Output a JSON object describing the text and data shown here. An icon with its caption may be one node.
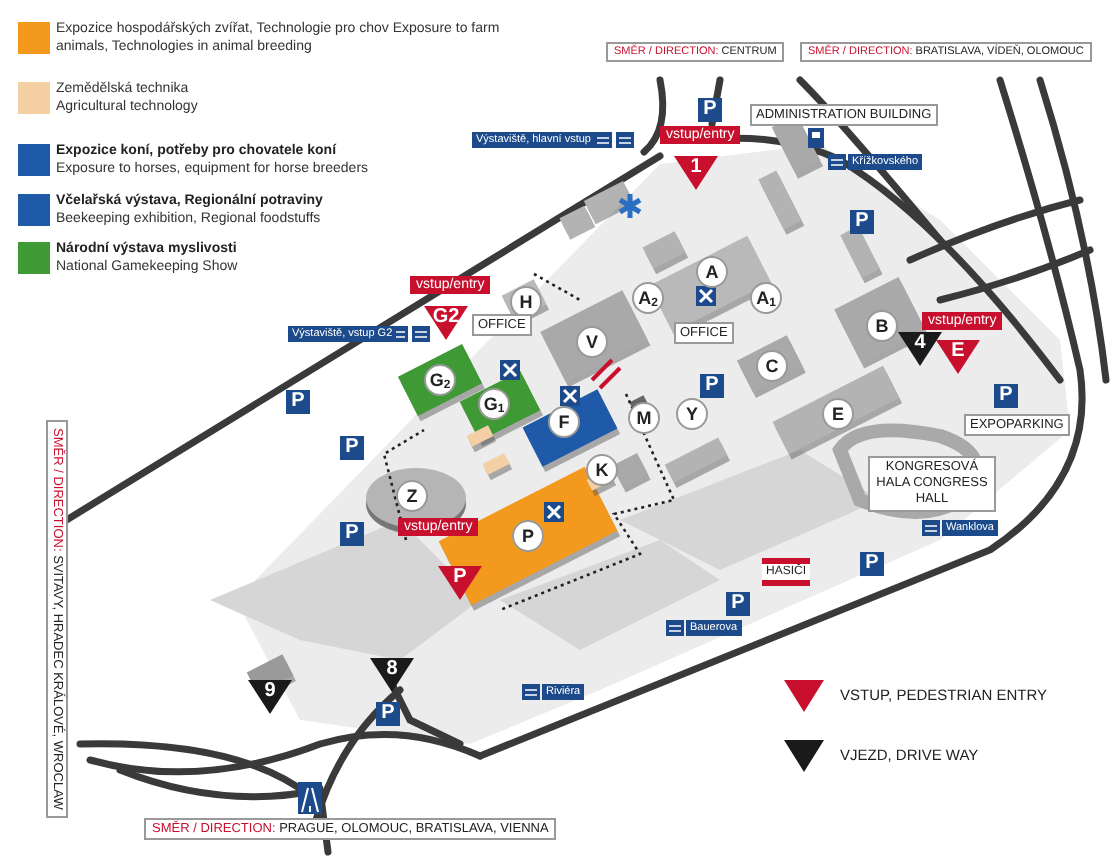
{
  "diagram": {
    "nodes": [
      {
        "text": [
          "1"
        ],
        "beside": [
          "vstup/entry"
        ]
      },
      {
        "text": [
          "A"
        ]
      },
      {
        "text": [
          "A$_{2}$"
        ]
      },
      {
        "text": [
          "A$_{1}$"
        ]
      },
      {
        "text": [
          "H"
        ]
      },
      {
        "text": [
          "G2"
        ],
        "beside": [
          "vstup/entry"
        ]
      },
      {
        "text": [
          "B"
        ]
      },
      {
        "text": [
          "V"
        ]
      },
      {
        "text": [
          "4"
        ]
      },
      {
        "text": [
          "E"
        ],
        "beside": [
          "vstup/entry"
        ]
      },
      {
        "text": [
          "C"
        ]
      },
      {
        "text": [
          "G$_{2}$"
        ]
      },
      {
        "text": [
          "G$_{1}$"
        ]
      },
      {
        "text": [
          "F"
        ]
      },
      {
        "text": [
          "Y"
        ]
      },
      {
        "text": [
          "E"
        ]
      },
      {
        "text": [
          "M"
        ]
      },
      {
        "text": [
          "K"
        ]
      },
      {
        "text": [
          "Z"
        ],
        "beside": [
          "vstup/entry"
        ]
      },
      {
        "text": [
          "P"
        ]
      },
      {
        "text": [
          "P"
        ]
      },
      {
        "text": [
          "8"
        ]
      },
      {
        "text": [
          "9"
        ]
      }
    ],
    "labels": [
      "SMĚR / DIRECTION: CENTRUM",
      "SMĚR / DIRECTION: BRATISLAVA, VÍDEŇ, OLOMOUC",
      "P",
      "ADMINISTRATION BUILDING",
      "Výstaviště, hlavní vstup",
      "Křížkovského",
      "P",
      "Výstaviště, vstup G2",
      "OFFICE",
      "OFFICE",
      "P",
      "P",
      "P",
      "SMĚR / DIRECTION: SVITAVY, HRADEC KRÁLOVÉ, WROCLAW",
      "EXPOPARKING",
      "P",
      "KONGRESOVÁ HALA CONGRESS HALL",
      "Wanklova",
      "P",
      "HASIČI",
      "P",
      "P",
      "Bauerova",
      "Riviéra",
      "P",
      "SMĚR / DIRECTION: PRAGUE, OLOMOUC, BRATISLAVA, VIENNA"
    ],
    "legend": [
      {
        "text": "Expozice hospodářských zvířat, Technologie pro chov Exposure to farm animals, Technologies in animal breeding",
        "color": "#f39a1e"
      },
      {
        "text": "Zemědělská technika Agricultural technology",
        "color": "#f3cfa3"
      },
      {
        "text": "**Expozice koní, potřeby pro chovatele koní** Exposure to horses, equipment for horse breeders",
        "color": "#1f5aa8"
      },
      {
        "text": "**Včelařská výstava, Regionální potraviny** Beekeeping exhibition, Regional foodstuffs",
        "color": "#1f5aa8"
      },
      {
        "text": "**Národní výstava myslivosti** National Gamekeeping Show",
        "color": "#3f9a35"
      },
      {
        "text": "VSTUP, PEDESTRIAN ENTRY"
      },
      {
        "text": "VJEZD, DRIVE WAY"
      }
    ]
  }
}
